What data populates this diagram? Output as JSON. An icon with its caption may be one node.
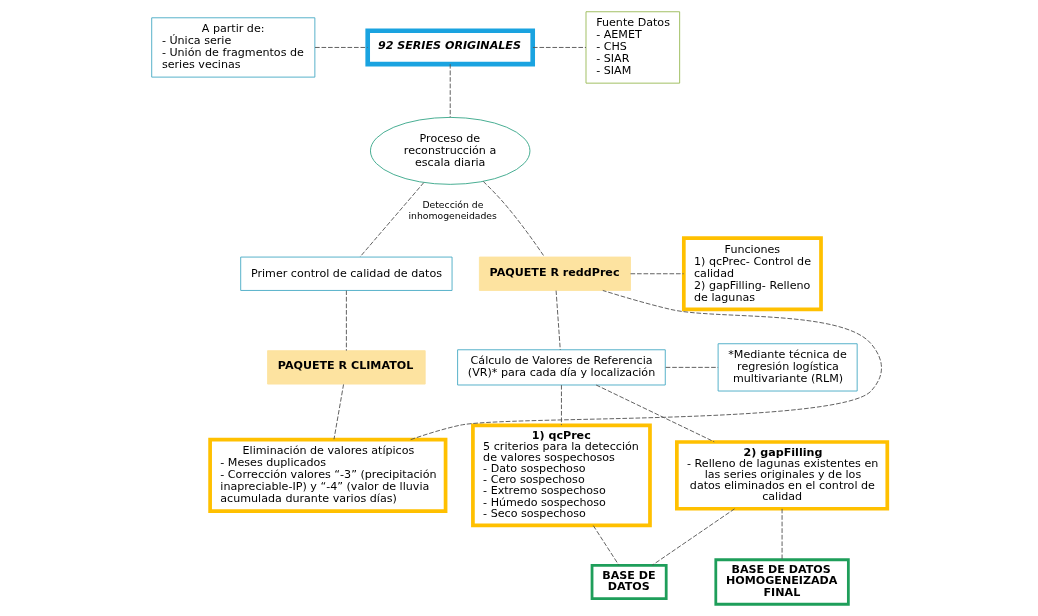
{
  "diagram": {
    "nodes": [
      {
        "text": [
          "A partir de:",
          "- Única serie",
          "- Unión de fragmentos de series vecinas"
        ]
      },
      {
        "text": [
          "92 SERIES ORIGINALES"
        ]
      },
      {
        "text": [
          "Fuente Datos",
          "- AEMET",
          "- CHS",
          "- SIAR",
          "- SIAM"
        ]
      },
      {
        "text": [
          "Proceso de reconstrucción a escala diaria"
        ]
      },
      {
        "text": [
          "Primer control de calidad de datos"
        ]
      },
      {
        "text": [
          "PAQUETE R reddPrec"
        ]
      },
      {
        "text": [
          "Funciones",
          "1) qcPrec- Control de calidad",
          "2) gapFilling- Relleno de lagunas"
        ]
      },
      {
        "text": [
          "PAQUETE R CLIMATOL"
        ]
      },
      {
        "text": [
          "Cálculo de Valores de Referencia (VR)* para cada día y localización"
        ]
      },
      {
        "text": [
          "*Mediante técnica de regresión logística multivariante (RLM)"
        ]
      },
      {
        "text": [
          "Eliminación de valores atípicos",
          "- Meses duplicados",
          "- Corrección valores “-3” (precipitación inapreciable-IP) y “-4” (valor de lluvia acumulada durante varios días)"
        ]
      },
      {
        "text": [
          "1) qcPrec",
          "5 criterios para la detección de valores sospechosos",
          "- Dato sospechoso",
          "- Cero sospechoso",
          "- Extremo sospechoso",
          "- Húmedo sospechoso",
          "- Seco sospechoso"
        ]
      },
      {
        "text": [
          "2) gapFilling",
          "- Relleno de lagunas existentes en las series originales y de los datos eliminados en el control de calidad"
        ]
      },
      {
        "text": [
          "BASE DE DATOS"
        ]
      },
      {
        "text": [
          "BASE DE DATOS HOMOGENEIZADA FINAL"
        ]
      }
    ],
    "edges": [
      {
        "from": 0,
        "to": 1,
        "arrow": "none"
      },
      {
        "from": 1,
        "to": 2,
        "arrow": "none"
      },
      {
        "from": 1,
        "to": 3,
        "arrow": "none"
      },
      {
        "from": 3,
        "to": 4,
        "arrow": "none",
        "label": "Detección de inhomogeneidades"
      },
      {
        "from": 3,
        "to": 5,
        "arrow": "none"
      },
      {
        "from": 4,
        "to": 7,
        "arrow": "none"
      },
      {
        "from": 7,
        "to": 10,
        "arrow": "none"
      },
      {
        "from": 10,
        "to": 5,
        "arrow": "none"
      },
      {
        "from": 5,
        "to": 6,
        "arrow": "none"
      },
      {
        "from": 5,
        "to": 8,
        "arrow": "none"
      },
      {
        "from": 8,
        "to": 9,
        "arrow": "none"
      },
      {
        "from": 8,
        "to": 11,
        "arrow": "none"
      },
      {
        "from": 8,
        "to": 12,
        "arrow": "none"
      },
      {
        "from": 11,
        "to": 13,
        "arrow": "none"
      },
      {
        "from": 12,
        "to": 13,
        "arrow": "none"
      },
      {
        "from": 12,
        "to": 14,
        "arrow": "none"
      }
    ]
  }
}
